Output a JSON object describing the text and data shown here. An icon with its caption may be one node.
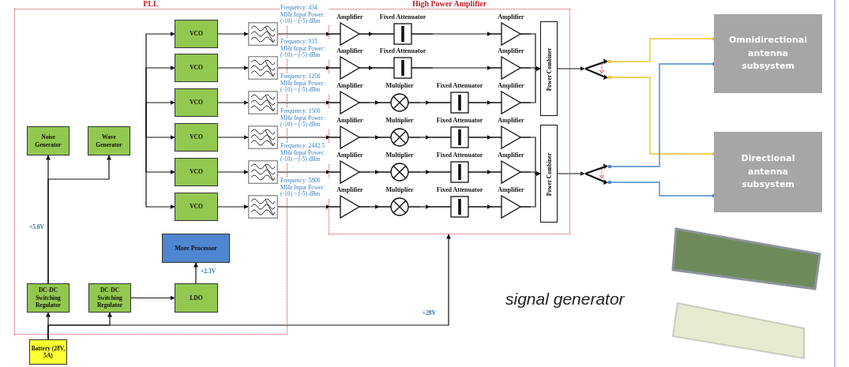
{
  "diagram": {
    "nodes": [
      {
        "text": [
          "PLL"
        ]
      },
      {
        "text": [
          "High Power Amplifier"
        ]
      },
      {
        "text": [
          "Noise Generator"
        ],
        "in": 0
      },
      {
        "text": [
          "Wave Generator"
        ],
        "in": 0
      },
      {
        "text": [
          "VCO"
        ],
        "in": 0
      },
      {
        "text": [
          "VCO"
        ],
        "in": 0
      },
      {
        "text": [
          "VCO"
        ],
        "in": 0
      },
      {
        "text": [
          "VCO"
        ],
        "in": 0
      },
      {
        "text": [
          "VCO"
        ],
        "in": 0
      },
      {
        "text": [
          "VCO"
        ],
        "in": 0
      },
      {
        "text": [],
        "shape": "picture",
        "in": 0
      },
      {
        "text": [],
        "shape": "picture",
        "in": 0
      },
      {
        "text": [],
        "shape": "picture",
        "in": 0
      },
      {
        "text": [],
        "shape": "picture",
        "in": 0
      },
      {
        "text": [],
        "shape": "picture",
        "in": 0
      },
      {
        "text": [],
        "shape": "picture",
        "in": 0
      },
      {
        "text": [
          "More Processor"
        ],
        "in": 0
      },
      {
        "text": [
          "DC-DC Switching Regulator"
        ],
        "in": 0
      },
      {
        "text": [
          "DC-DC Switching Regulator"
        ],
        "in": 0
      },
      {
        "text": [
          "LDO"
        ],
        "in": 0
      },
      {
        "text": [
          "Battery (28V, 5A)"
        ]
      },
      {
        "text": [
          "Amplifier"
        ],
        "in": 1
      },
      {
        "text": [
          "Fixed Attenuator"
        ],
        "in": 1
      },
      {
        "text": [
          "Amplifier"
        ],
        "in": 1
      },
      {
        "text": [
          "Amplifier"
        ],
        "in": 1
      },
      {
        "text": [
          "Fixed Attenuator"
        ],
        "in": 1
      },
      {
        "text": [
          "Amplifier"
        ],
        "in": 1
      },
      {
        "text": [
          "Amplifier"
        ],
        "in": 1
      },
      {
        "text": [
          "Multiplier"
        ],
        "in": 1
      },
      {
        "text": [
          "Fixed Attenuator"
        ],
        "in": 1
      },
      {
        "text": [
          "Amplifier"
        ],
        "in": 1
      },
      {
        "text": [
          "Amplifier"
        ],
        "in": 1
      },
      {
        "text": [
          "Multiplier"
        ],
        "in": 1
      },
      {
        "text": [
          "Fixed Attenuator"
        ],
        "in": 1
      },
      {
        "text": [
          "Amplifier"
        ],
        "in": 1
      },
      {
        "text": [
          "Amplifier"
        ],
        "in": 1
      },
      {
        "text": [
          "Multiplier"
        ],
        "in": 1
      },
      {
        "text": [
          "Fixed Attenuator"
        ],
        "in": 1
      },
      {
        "text": [
          "Amplifier"
        ],
        "in": 1
      },
      {
        "text": [
          "Amplifier"
        ],
        "in": 1
      },
      {
        "text": [
          "Multiplier"
        ],
        "in": 1
      },
      {
        "text": [
          "Fixed Attenuator"
        ],
        "in": 1
      },
      {
        "text": [
          "Amplifier"
        ],
        "in": 1
      },
      {
        "text": [
          "Power Combiner"
        ],
        "in": 1
      },
      {
        "text": [
          "Power Combiner"
        ],
        "in": 1
      },
      {
        "text": [],
        "shape": "picture"
      },
      {
        "text": [],
        "shape": "picture"
      },
      {
        "text": [
          "Omnidirectional antenna subsystem"
        ]
      },
      {
        "text": [
          "Directional antenna subsystem"
        ]
      },
      {
        "text": [],
        "shape": "picture",
        "beside": [
          "signal generator"
        ]
      }
    ],
    "edges": [
      {
        "from": 20,
        "to": 17,
        "arrow": "to"
      },
      {
        "from": 20,
        "to": 18,
        "arrow": "to"
      },
      {
        "from": 20,
        "to": 1,
        "arrow": "to",
        "label": "+28V"
      },
      {
        "from": 17,
        "to": 2,
        "arrow": "to",
        "label": "+5.0V"
      },
      {
        "from": 17,
        "to": 3,
        "arrow": "to"
      },
      {
        "from": 18,
        "to": 19,
        "arrow": "to"
      },
      {
        "from": 19,
        "to": 16,
        "arrow": "to",
        "label": "+2.3V"
      },
      {
        "from": null,
        "to": 4,
        "arrow": "to"
      },
      {
        "from": null,
        "to": 5,
        "arrow": "to"
      },
      {
        "from": null,
        "to": 6,
        "arrow": "to"
      },
      {
        "from": null,
        "to": 7,
        "arrow": "to"
      },
      {
        "from": null,
        "to": 8,
        "arrow": "to"
      },
      {
        "from": null,
        "to": 9,
        "arrow": "to"
      },
      {
        "from": 4,
        "to": 10,
        "arrow": "to"
      },
      {
        "from": 5,
        "to": 11,
        "arrow": "to"
      },
      {
        "from": 6,
        "to": 12,
        "arrow": "to"
      },
      {
        "from": 7,
        "to": 13,
        "arrow": "to"
      },
      {
        "from": 8,
        "to": 14,
        "arrow": "to"
      },
      {
        "from": 9,
        "to": 15,
        "arrow": "to"
      },
      {
        "from": 10,
        "to": 21,
        "arrow": "to",
        "label": "Frequency: 434 MHz Input Power: (-10) ~ (-5) dBm"
      },
      {
        "from": 11,
        "to": 24,
        "arrow": "to",
        "label": "Frequency: 915 MHz Input Power: (-10) ~ (-5) dBm"
      },
      {
        "from": 12,
        "to": 27,
        "arrow": "to",
        "label": "Frequency: 1250 MHz Input Power: (-10) ~ (-5) dBm"
      },
      {
        "from": 13,
        "to": 31,
        "arrow": "to",
        "label": "Frequency: 1500 MHz Input Power: (-10) ~ (-5) dBm"
      },
      {
        "from": 14,
        "to": 35,
        "arrow": "to",
        "label": "Frequency: 2442.5 MHz Input Power: (-10) ~ (-5) dBm"
      },
      {
        "from": 15,
        "to": 39,
        "arrow": "to",
        "label": "Frequency: 5800 MHz Input Power: (-10) ~ (-5) dBm"
      },
      {
        "from": 21,
        "to": 22,
        "arrow": "to"
      },
      {
        "from": 22,
        "to": 23,
        "arrow": "to"
      },
      {
        "from": 24,
        "to": 25,
        "arrow": "to"
      },
      {
        "from": 25,
        "to": 26,
        "arrow": "to"
      },
      {
        "from": 27,
        "to": 28,
        "arrow": "to"
      },
      {
        "from": 28,
        "to": 29,
        "arrow": "to"
      },
      {
        "from": 29,
        "to": 30,
        "arrow": "to"
      },
      {
        "from": 31,
        "to": 32,
        "arrow": "to"
      },
      {
        "from": 32,
        "to": 33,
        "arrow": "to"
      },
      {
        "from": 33,
        "to": 34,
        "arrow": "to"
      },
      {
        "from": 35,
        "to": 36,
        "arrow": "to"
      },
      {
        "from": 36,
        "to": 37,
        "arrow": "to"
      },
      {
        "from": 37,
        "to": 38,
        "arrow": "to"
      },
      {
        "from": 39,
        "to": 40,
        "arrow": "to"
      },
      {
        "from": 40,
        "to": 41,
        "arrow": "to"
      },
      {
        "from": 41,
        "to": 42,
        "arrow": "to"
      },
      {
        "from": 23,
        "to": 43,
        "arrow": "to"
      },
      {
        "from": 26,
        "to": 43,
        "arrow": "to"
      },
      {
        "from": 30,
        "to": 43,
        "arrow": "to"
      },
      {
        "from": 34,
        "to": 44,
        "arrow": "to"
      },
      {
        "from": 38,
        "to": 44,
        "arrow": "to"
      },
      {
        "from": 42,
        "to": 44,
        "arrow": "to"
      },
      {
        "from": 43,
        "to": 45,
        "arrow": "to"
      },
      {
        "from": 44,
        "to": 46,
        "arrow": "to"
      },
      {
        "from": 45,
        "to": 47,
        "arrow": "other",
        "color": "#f2c12e"
      },
      {
        "from": 45,
        "to": 48,
        "arrow": "other",
        "color": "#f2c12e"
      },
      {
        "from": 46,
        "to": 47,
        "arrow": "other",
        "color": "#4a86c8"
      },
      {
        "from": 46,
        "to": 48,
        "arrow": "other",
        "color": "#4a86c8"
      }
    ]
  }
}
